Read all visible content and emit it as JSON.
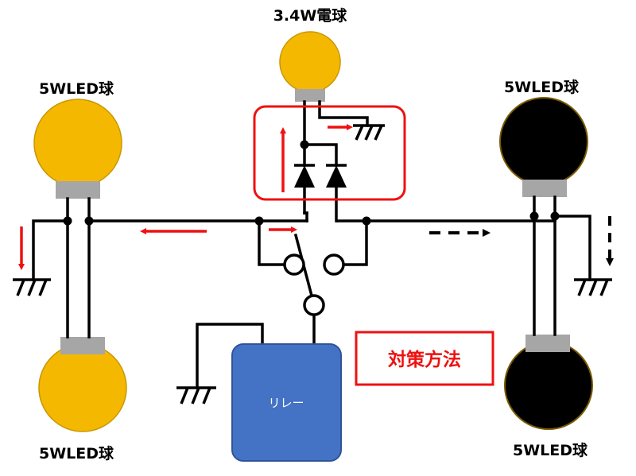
{
  "labels": {
    "top_bulb": "3.4W電球",
    "left_top_bulb": "5WLED球",
    "left_bottom_bulb": "5WLED球",
    "right_top_bulb": "5WLED球",
    "right_bottom_bulb": "5WLED球",
    "relay": "リレー",
    "method": "対策方法"
  },
  "colors": {
    "bulb_on": "#f5b800",
    "bulb_off": "#000000",
    "bulb_base": "#a6a6a6",
    "relay": "#4472c4",
    "accent": "#ee1111",
    "wire": "#000000"
  },
  "states": {
    "left_top_bulb": "on",
    "left_bottom_bulb": "on",
    "top_bulb": "on",
    "right_top_bulb": "off",
    "right_bottom_bulb": "off"
  }
}
